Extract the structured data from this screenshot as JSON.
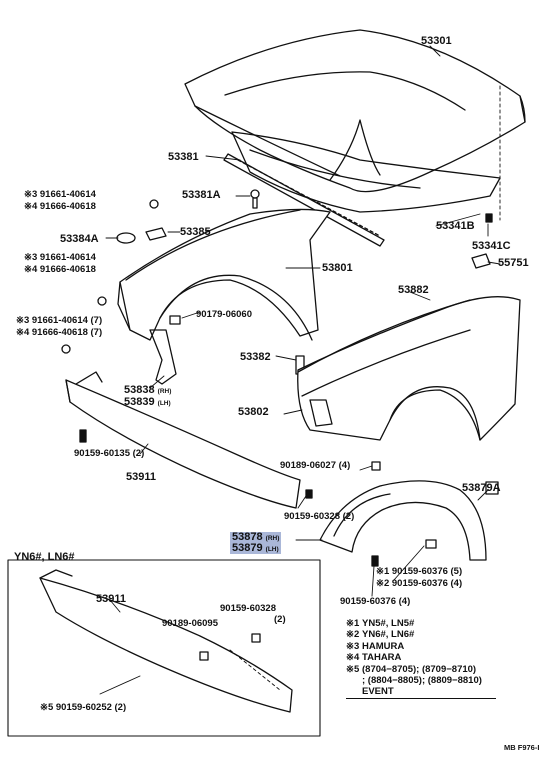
{
  "diagram_title": "",
  "parts": {
    "hood": "53301",
    "hood_seal": "53381",
    "seal_clip": "53381A",
    "hood_insulator": "53341B",
    "insulator_clip": "53341C",
    "bracket_grommet": "55751",
    "cushion": "53384A",
    "hinge_pad": "53385",
    "fender_rh": "53801",
    "fender_lh": "53882",
    "fender_clip": "53382",
    "fender_rear": "53802",
    "stay_rh": "53838",
    "stay_lh": "53839",
    "bumper_lower": "53911",
    "liner_upper": "53878",
    "liner_lower": "53879",
    "liner_clip": "53879A",
    "bolt_a": "90179-06060",
    "bolt_b": "90159-60135 (2)",
    "bolt_c": "90189-06027 (4)",
    "bolt_d": "90159-60328 (2)",
    "bolt_e": "90159-60376 (4)",
    "inset_bolt_a": "90159-60328",
    "inset_bolt_a_qty": "(2)",
    "inset_bolt_b": "90189-06095",
    "inset_part": "53911"
  },
  "rh": "(RH)",
  "lh": "(LH)",
  "notes": {
    "n1": "※3 91661-40614",
    "n2": "※4 91666-40618",
    "n3": "※3 91661-40614",
    "n4": "※4 91666-40618",
    "n5": "※3 91661-40614 (7)",
    "n6": "※4 91666-40618 (7)",
    "n7": "※1 90159-60376 (5)",
    "n8": "※2 90159-60376 (4)",
    "n9": "※5 90159-60252 (2)"
  },
  "inset_title": "YN6#, LN6#",
  "legend": [
    {
      "mark": "※1",
      "text": "YN5#, LN5#"
    },
    {
      "mark": "※2",
      "text": "YN6#, LN6#"
    },
    {
      "mark": "※3",
      "text": "HAMURA"
    },
    {
      "mark": "※4",
      "text": "TAHARA"
    },
    {
      "mark": "※5",
      "text": "(8704−8705); (8709−8710)"
    },
    {
      "mark": "",
      "text": "; (8804−8805); (8809−8810)"
    },
    {
      "mark": "",
      "text": "EVENT"
    }
  ],
  "drawing_code": "MB F976-I"
}
